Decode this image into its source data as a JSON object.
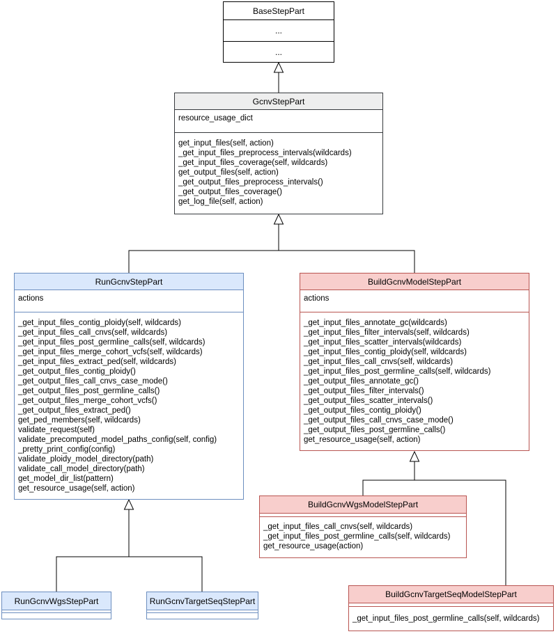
{
  "diagram": {
    "type": "uml-class-inheritance",
    "colors": {
      "blue_fill": "#dae8fc",
      "blue_border": "#6c8ebf",
      "pink_fill": "#f8cecc",
      "pink_border": "#b85450",
      "gray_header_fill": "#eeeeee",
      "dark_border": "#36393d",
      "line_color": "#000000"
    },
    "classes": {
      "base": {
        "title": "BaseStepPart",
        "attrs_placeholder": "...",
        "methods_placeholder": "..."
      },
      "gcnv": {
        "title": "GcnvStepPart",
        "attributes": [
          "resource_usage_dict"
        ],
        "methods": [
          "get_input_files(self, action)",
          "_get_input_files_preprocess_intervals(wildcards)",
          "_get_input_files_coverage(self, wildcards)",
          "get_output_files(self, action)",
          "_get_output_files_preprocess_intervals()",
          "_get_output_files_coverage()",
          "get_log_file(self, action)"
        ]
      },
      "run_gcnv": {
        "title": "RunGcnvStepPart",
        "attributes": [
          "actions"
        ],
        "methods": [
          "_get_input_files_contig_ploidy(self, wildcards)",
          "_get_input_files_call_cnvs(self, wildcards)",
          "_get_input_files_post_germline_calls(self, wildcards)",
          "_get_input_files_merge_cohort_vcfs(self, wildcards)",
          "_get_input_files_extract_ped(self, wildcards)",
          "_get_output_files_contig_ploidy()",
          "_get_output_files_call_cnvs_case_mode()",
          "_get_output_files_post_germline_calls()",
          "_get_output_files_merge_cohort_vcfs()",
          "_get_output_files_extract_ped()",
          "get_ped_members(self, wildcards)",
          "validate_request(self)",
          "validate_precomputed_model_paths_config(self, config)",
          "_pretty_print_config(config)",
          "validate_ploidy_model_directory(path)",
          "validate_call_model_directory(path)",
          "get_model_dir_list(pattern)",
          "get_resource_usage(self, action)"
        ]
      },
      "build_model": {
        "title": "BuildGcnvModelStepPart",
        "attributes": [
          "actions"
        ],
        "methods": [
          "_get_input_files_annotate_gc(wildcards)",
          "_get_input_files_filter_intervals(self, wildcards)",
          "_get_input_files_scatter_intervals(wildcards)",
          "_get_input_files_contig_ploidy(self, wildcards)",
          "_get_input_files_call_cnvs(self, wildcards)",
          "_get_input_files_post_germline_calls(self, wildcards)",
          "_get_output_files_annotate_gc()",
          "_get_output_files_filter_intervals()",
          "_get_output_files_scatter_intervals()",
          "_get_output_files_contig_ploidy()",
          "_get_output_files_call_cnvs_case_mode()",
          "_get_output_files_post_germline_calls()",
          "get_resource_usage(self, action)"
        ]
      },
      "build_wgs_model": {
        "title": "BuildGcnvWgsModelStepPart",
        "methods": [
          "_get_input_files_call_cnvs(self, wildcards)",
          "_get_input_files_post_germline_calls(self, wildcards)",
          "get_resource_usage(action)"
        ]
      },
      "run_wgs": {
        "title": "RunGcnvWgsStepPart"
      },
      "run_target_seq": {
        "title": "RunGcnvTargetSeqStepPart"
      },
      "build_target_seq_model": {
        "title": "BuildGcnvTargetSeqModelStepPart",
        "methods": [
          "_get_input_files_post_germline_calls(self, wildcards)"
        ]
      }
    }
  }
}
